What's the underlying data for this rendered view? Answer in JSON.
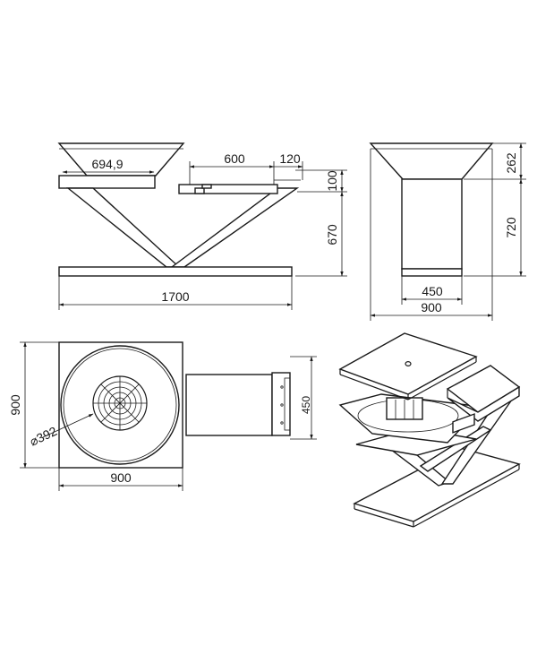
{
  "dimensions": {
    "front_bowl_width": "694,9",
    "shelf_length": "600",
    "shelf_end": "120",
    "shelf_height": "100",
    "base_height": "670",
    "total_length": "1700",
    "side_bowl_height": "262",
    "side_body_height": "720",
    "side_inner_width": "450",
    "side_total_width": "900",
    "top_height": "900",
    "grate_diameter": "⌀392",
    "top_width": "900",
    "tray_width": "450"
  }
}
